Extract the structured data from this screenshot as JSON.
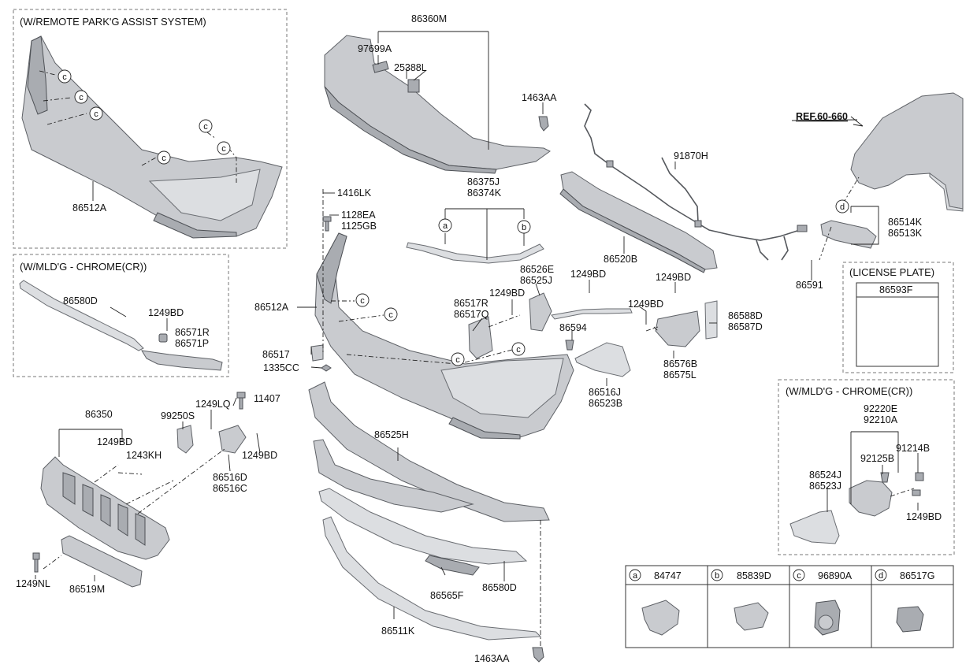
{
  "notes": {
    "remote_park": "(W/REMOTE PARK'G ASSIST SYSTEM)",
    "mldg_chrome_left": "(W/MLD'G - CHROME(CR))",
    "mldg_chrome_right": "(W/MLD'G - CHROME(CR))",
    "license_plate": "(LICENSE PLATE)",
    "ref": "REF.60-660"
  },
  "callouts": [
    "a",
    "b",
    "c",
    "d"
  ],
  "labels": {
    "l86360M": "86360M",
    "l97699A": "97699A",
    "l25388L": "25388L",
    "l1463AA_top": "1463AA",
    "l86512A_box": "86512A",
    "l86375J": "86375J",
    "l86374K": "86374K",
    "l1416LK": "1416LK",
    "l1128EA": "1128EA",
    "l1125GB": "1125GB",
    "l91870H": "91870H",
    "l86520B": "86520B",
    "l86514K": "86514K",
    "l86513K": "86513K",
    "l86591": "86591",
    "l86593F": "86593F",
    "l86580D_box": "86580D",
    "l1249BD_box": "1249BD",
    "l86571R": "86571R",
    "l86571P": "86571P",
    "l86512A": "86512A",
    "l86526E": "86526E",
    "l86525J": "86525J",
    "l1249BD_a": "1249BD",
    "l1249BD_b": "1249BD",
    "l1249BD_c": "1249BD",
    "l1249BD_d": "1249BD",
    "l86517R": "86517R",
    "l86517Q": "86517Q",
    "l86594": "86594",
    "l86588D": "86588D",
    "l86587D": "86587D",
    "l86517": "86517",
    "l1335CC": "1335CC",
    "l86576B": "86576B",
    "l86575L": "86575L",
    "l86516J": "86516J",
    "l86523B": "86523B",
    "l86350": "86350",
    "l99250S": "99250S",
    "l1249LQ": "1249LQ",
    "l11407": "11407",
    "l1249BD_e": "1249BD",
    "l1243KH": "1243KH",
    "l1249BD_f": "1249BD",
    "l86516D": "86516D",
    "l86516C": "86516C",
    "l86525H": "86525H",
    "l1249NL": "1249NL",
    "l86519M": "86519M",
    "l86565F": "86565F",
    "l86580D": "86580D",
    "l86511K": "86511K",
    "l1463AA_bot": "1463AA",
    "l92220E": "92220E",
    "l92210A": "92210A",
    "l91214B": "91214B",
    "l92125B": "92125B",
    "l86524J": "86524J",
    "l86523J": "86523J",
    "l1249BD_g": "1249BD"
  },
  "parts_table": [
    {
      "key": "a",
      "part": "84747"
    },
    {
      "key": "b",
      "part": "85839D"
    },
    {
      "key": "c",
      "part": "96890A"
    },
    {
      "key": "d",
      "part": "86517G"
    }
  ]
}
